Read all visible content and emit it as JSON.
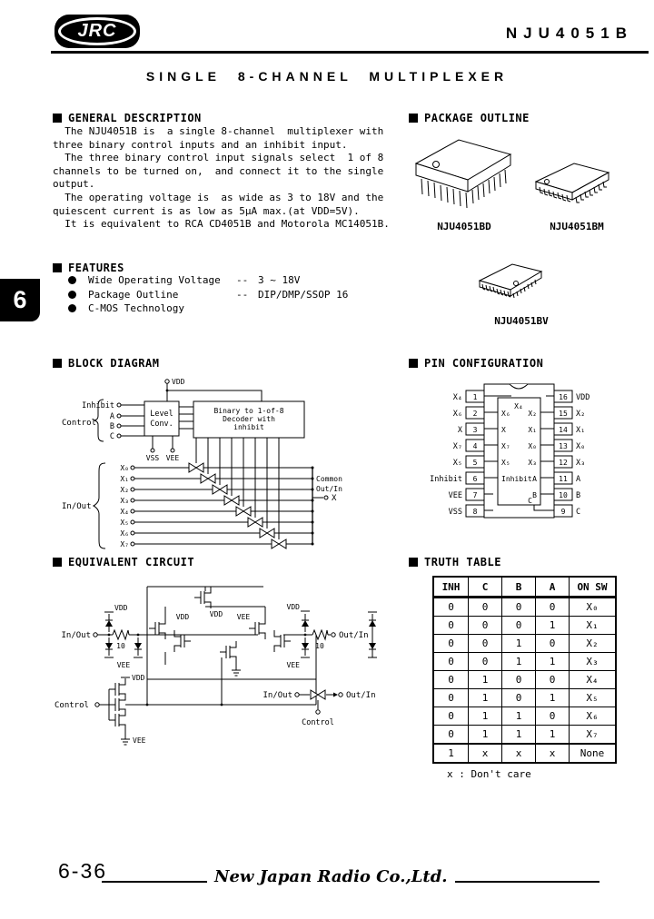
{
  "header": {
    "brand": "JRC",
    "part_number": "NJU4051B"
  },
  "title": "SINGLE 8-CHANNEL MULTIPLEXER",
  "tab": {
    "number": "6"
  },
  "general_description": {
    "heading": "GENERAL DESCRIPTION",
    "lines": [
      "  The NJU4051B is  a single 8-channel  multiplexer with",
      "three binary control inputs and an inhibit input.",
      "  The three binary control input signals select  1 of 8",
      "channels to be turned on,  and connect it to the single",
      "output.",
      "  The operating voltage is  as wide as 3 to 18V and the",
      "quiescent current is as low as 5μA max.(at VDD=5V).",
      "  It is equivalent to RCA CD4051B and Motorola MC14051B."
    ]
  },
  "package_outline": {
    "heading": "PACKAGE OUTLINE",
    "packages": [
      {
        "name": "NJU4051BD"
      },
      {
        "name": "NJU4051BM"
      },
      {
        "name": "NJU4051BV"
      }
    ]
  },
  "features": {
    "heading": "FEATURES",
    "items": [
      {
        "label": "Wide Operating Voltage",
        "dash": "--",
        "value": "3 ~ 18V"
      },
      {
        "label": "Package Outline",
        "dash": "--",
        "value": "DIP/DMP/SSOP 16"
      },
      {
        "label": "C-MOS Technology",
        "dash": "",
        "value": ""
      }
    ]
  },
  "block_diagram": {
    "heading": "BLOCK DIAGRAM",
    "control_label": "Control",
    "inputs": [
      "Inhibit",
      "A",
      "B",
      "C"
    ],
    "level_conv": [
      "Level",
      "Conv."
    ],
    "decoder": [
      "Binary to 1-of-8",
      "Decoder with",
      "inhibit"
    ],
    "vdd": "VDD",
    "vss": "VSS",
    "vee": "VEE",
    "inout_label": "In/Out",
    "channels": [
      "X₀",
      "X₁",
      "X₂",
      "X₃",
      "X₄",
      "X₅",
      "X₆",
      "X₇"
    ],
    "common1": "Common",
    "common2": "Out/In",
    "out_label": "X"
  },
  "pin_configuration": {
    "heading": "PIN CONFIGURATION",
    "left_pins": [
      {
        "num": "1",
        "label": "X₄"
      },
      {
        "num": "2",
        "label": "X₆"
      },
      {
        "num": "3",
        "label": "X"
      },
      {
        "num": "4",
        "label": "X₇"
      },
      {
        "num": "5",
        "label": "X₅"
      },
      {
        "num": "6",
        "label": "Inhibit"
      },
      {
        "num": "7",
        "label": "VEE"
      },
      {
        "num": "8",
        "label": "VSS"
      }
    ],
    "right_pins": [
      {
        "num": "16",
        "label": "VDD"
      },
      {
        "num": "15",
        "label": "X₂"
      },
      {
        "num": "14",
        "label": "X₁"
      },
      {
        "num": "13",
        "label": "X₀"
      },
      {
        "num": "12",
        "label": "X₃"
      },
      {
        "num": "11",
        "label": "A"
      },
      {
        "num": "10",
        "label": "B"
      },
      {
        "num": "9",
        "label": "C"
      }
    ],
    "inner_top": "X₄",
    "inner_left": [
      "X₆",
      "X",
      "X₇",
      "X₅",
      "Inhibit"
    ],
    "inner_right": [
      "X₂",
      "X₁",
      "X₀",
      "X₃",
      "A",
      "B"
    ],
    "inner_bottom": "C"
  },
  "equivalent_circuit": {
    "heading": "EQUIVALENT CIRCUIT",
    "in_out": "In/Out",
    "out_in": "Out/In",
    "r_value": "10",
    "vdd": "VDD",
    "vee": "VEE",
    "control": "Control"
  },
  "truth_table": {
    "heading": "TRUTH TABLE",
    "columns": [
      "INH",
      "C",
      "B",
      "A",
      "ON SW"
    ],
    "rows": [
      [
        "0",
        "0",
        "0",
        "0",
        "X₀"
      ],
      [
        "0",
        "0",
        "0",
        "1",
        "X₁"
      ],
      [
        "0",
        "0",
        "1",
        "0",
        "X₂"
      ],
      [
        "0",
        "0",
        "1",
        "1",
        "X₃"
      ],
      [
        "0",
        "1",
        "0",
        "0",
        "X₄"
      ],
      [
        "0",
        "1",
        "0",
        "1",
        "X₅"
      ],
      [
        "0",
        "1",
        "1",
        "0",
        "X₆"
      ],
      [
        "0",
        "1",
        "1",
        "1",
        "X₇"
      ],
      [
        "1",
        "x",
        "x",
        "x",
        "None"
      ]
    ],
    "note": "x : Don't care"
  },
  "footer": {
    "page_number": "6-36",
    "company": "New Japan Radio Co.,Ltd."
  }
}
